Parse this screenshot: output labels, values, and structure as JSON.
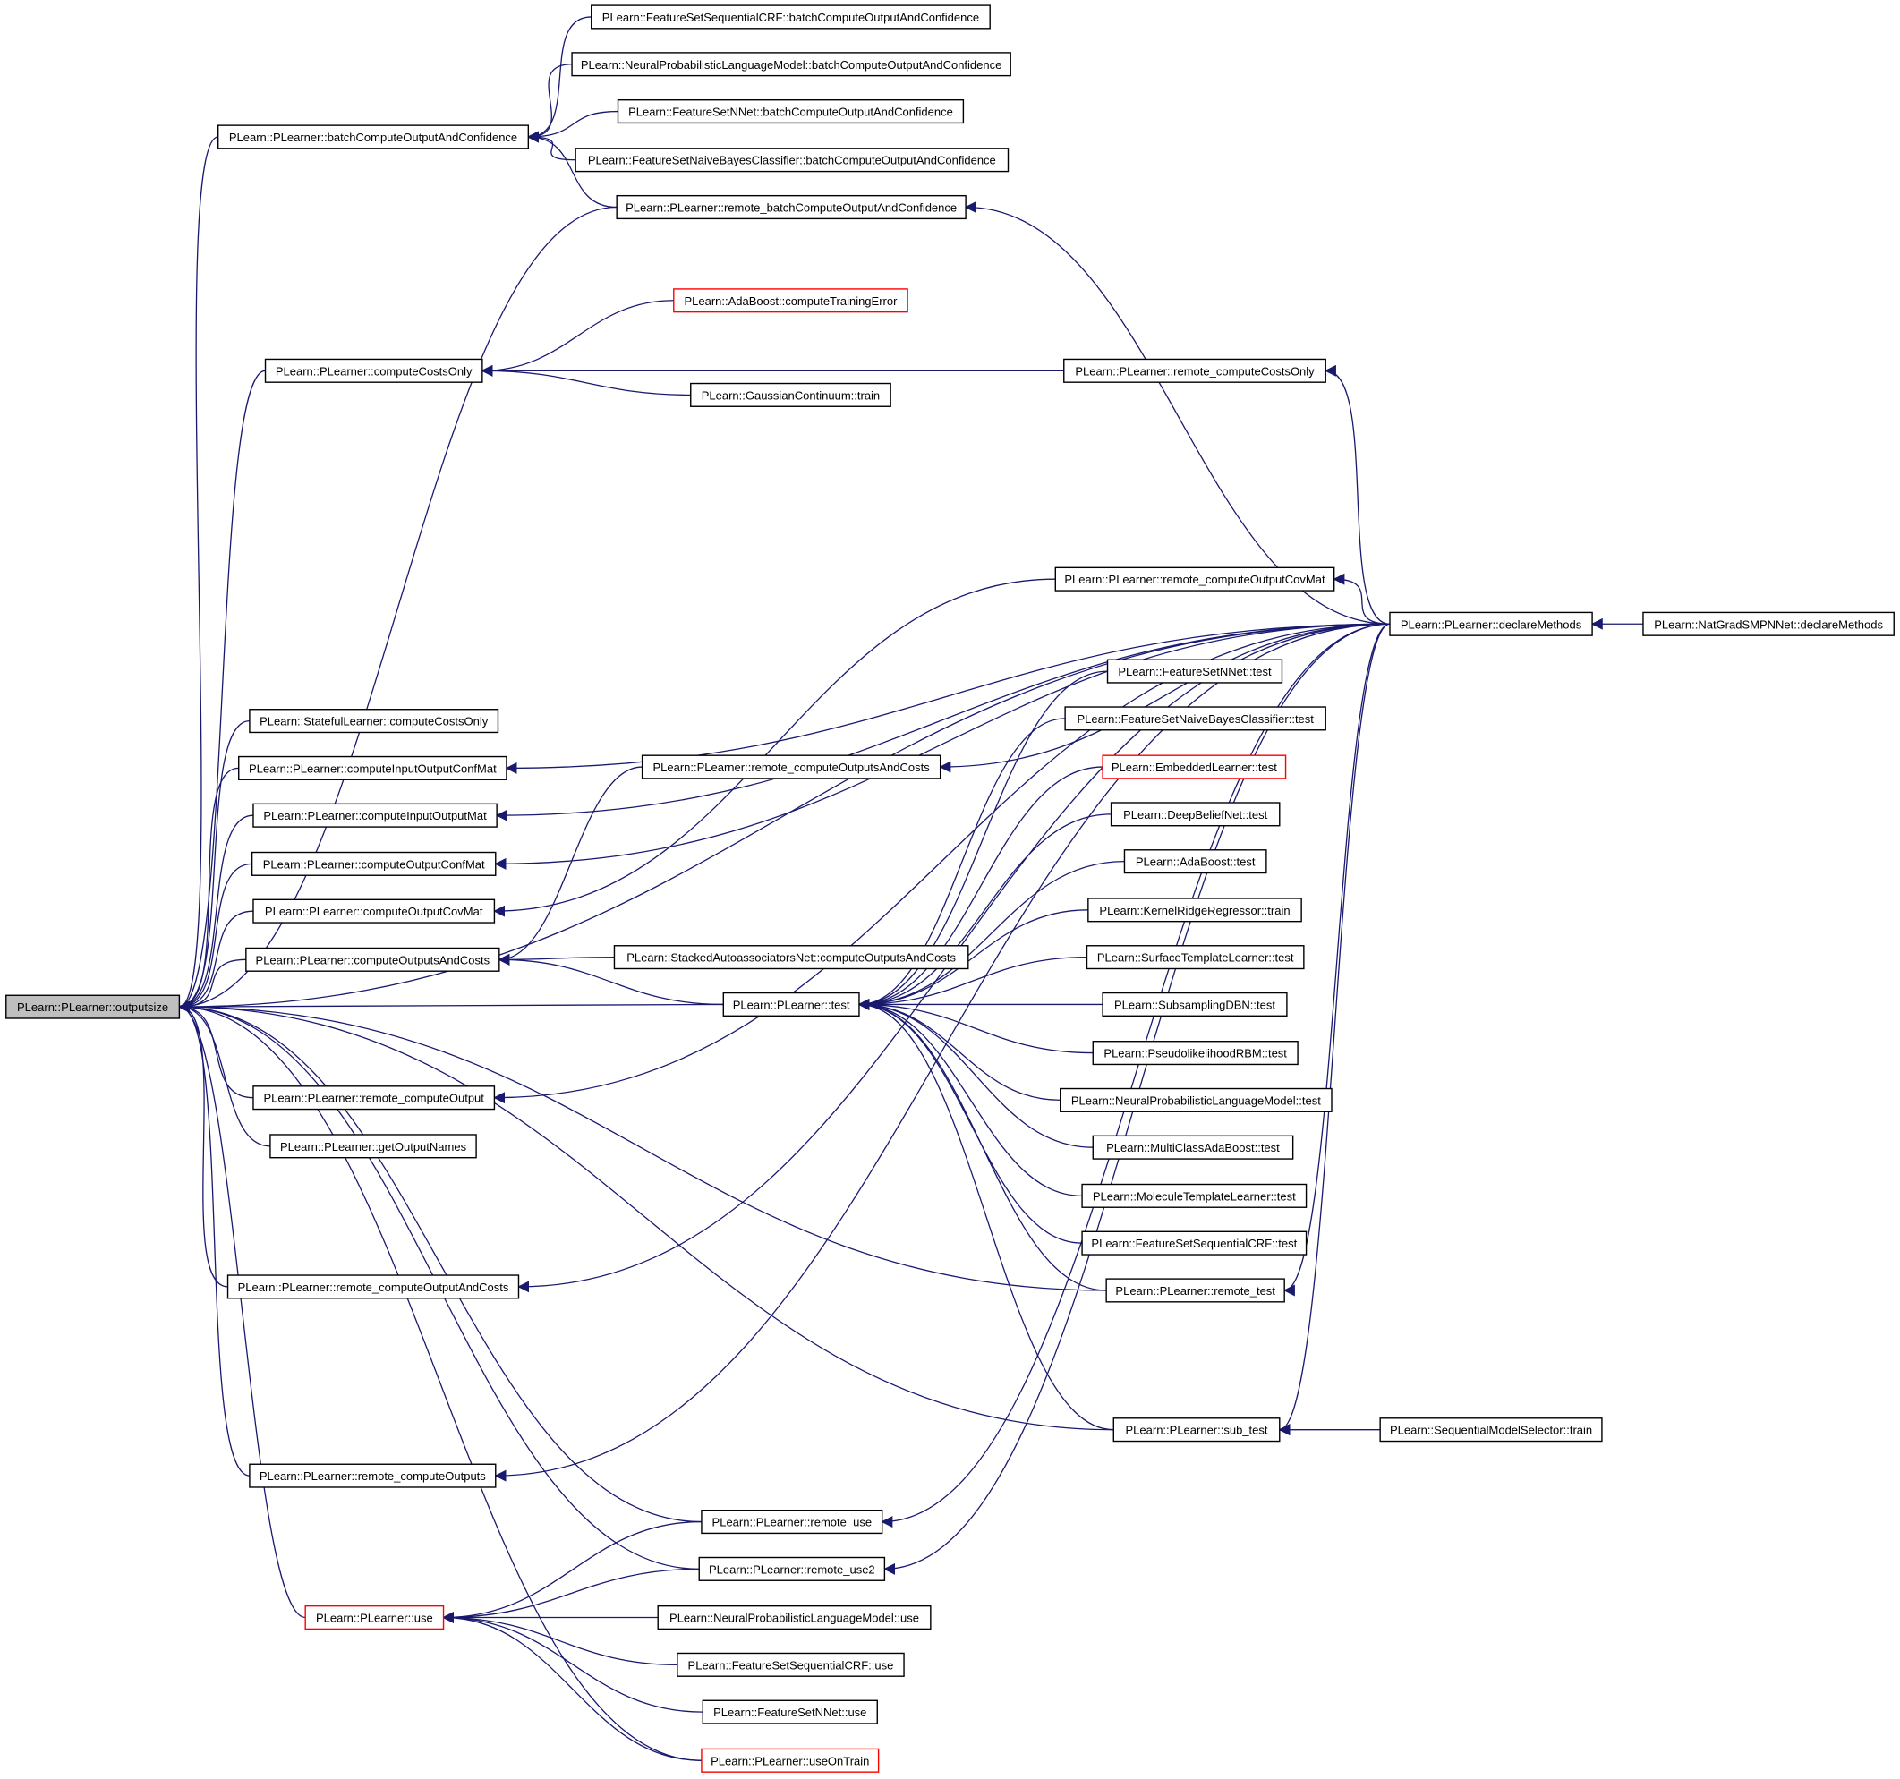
{
  "graph": {
    "edge_color": "#191970",
    "highlight_border_color": "#ff0000",
    "root_fill": "#bfbfbf",
    "nodes": [
      {
        "id": "outputsize",
        "label": "PLearn::PLearner::outputsize",
        "style": "root"
      },
      {
        "id": "bcoac",
        "label": "PLearn::PLearner::batchComputeOutputAndConfidence"
      },
      {
        "id": "fscrf_bcoac",
        "label": "PLearn::FeatureSetSequentialCRF::batchComputeOutputAndConfidence"
      },
      {
        "id": "nplm_bcoac",
        "label": "PLearn::NeuralProbabilisticLanguageModel::batchComputeOutputAndConfidence"
      },
      {
        "id": "fsnn_bcoac",
        "label": "PLearn::FeatureSetNNet::batchComputeOutputAndConfidence"
      },
      {
        "id": "fsnb_bcoac",
        "label": "PLearn::FeatureSetNaiveBayesClassifier::batchComputeOutputAndConfidence"
      },
      {
        "id": "remote_bcoac",
        "label": "PLearn::PLearner::remote_batchComputeOutputAndConfidence"
      },
      {
        "id": "ccostsonly",
        "label": "PLearn::PLearner::computeCostsOnly"
      },
      {
        "id": "ada_cte",
        "label": "PLearn::AdaBoost::computeTrainingError",
        "style": "red"
      },
      {
        "id": "remote_cco",
        "label": "PLearn::PLearner::remote_computeCostsOnly"
      },
      {
        "id": "gc_train",
        "label": "PLearn::GaussianContinuum::train"
      },
      {
        "id": "remote_cocm",
        "label": "PLearn::PLearner::remote_computeOutputCovMat"
      },
      {
        "id": "declare",
        "label": "PLearn::PLearner::declareMethods"
      },
      {
        "id": "natgrad_declare",
        "label": "PLearn::NatGradSMPNNet::declareMethods"
      },
      {
        "id": "fsnn_test",
        "label": "PLearn::FeatureSetNNet::test"
      },
      {
        "id": "sl_cco",
        "label": "PLearn::StatefulLearner::computeCostsOnly"
      },
      {
        "id": "fsnb_test",
        "label": "PLearn::FeatureSetNaiveBayesClassifier::test"
      },
      {
        "id": "cioconf",
        "label": "PLearn::PLearner::computeInputOutputConfMat"
      },
      {
        "id": "remote_coac",
        "label": "PLearn::PLearner::remote_computeOutputsAndCosts"
      },
      {
        "id": "emb_test",
        "label": "PLearn::EmbeddedLearner::test",
        "style": "red"
      },
      {
        "id": "ciomat",
        "label": "PLearn::PLearner::computeInputOutputMat"
      },
      {
        "id": "dbn_test",
        "label": "PLearn::DeepBeliefNet::test"
      },
      {
        "id": "coconf",
        "label": "PLearn::PLearner::computeOutputConfMat"
      },
      {
        "id": "ada_test",
        "label": "PLearn::AdaBoost::test"
      },
      {
        "id": "cocov",
        "label": "PLearn::PLearner::computeOutputCovMat"
      },
      {
        "id": "krr_train",
        "label": "PLearn::KernelRidgeRegressor::train"
      },
      {
        "id": "coac",
        "label": "PLearn::PLearner::computeOutputsAndCosts"
      },
      {
        "id": "sae_coac",
        "label": "PLearn::StackedAutoassociatorsNet::computeOutputsAndCosts"
      },
      {
        "id": "stl_test",
        "label": "PLearn::SurfaceTemplateLearner::test"
      },
      {
        "id": "test",
        "label": "PLearn::PLearner::test"
      },
      {
        "id": "sdbn_test",
        "label": "PLearn::SubsamplingDBN::test"
      },
      {
        "id": "plrbm_test",
        "label": "PLearn::PseudolikelihoodRBM::test"
      },
      {
        "id": "remote_co",
        "label": "PLearn::PLearner::remote_computeOutput"
      },
      {
        "id": "nplm_test",
        "label": "PLearn::NeuralProbabilisticLanguageModel::test"
      },
      {
        "id": "getoutnames",
        "label": "PLearn::PLearner::getOutputNames"
      },
      {
        "id": "mcada_test",
        "label": "PLearn::MultiClassAdaBoost::test"
      },
      {
        "id": "mtl_test",
        "label": "PLearn::MoleculeTemplateLearner::test"
      },
      {
        "id": "fscrf_test",
        "label": "PLearn::FeatureSetSequentialCRF::test"
      },
      {
        "id": "remote_coandc",
        "label": "PLearn::PLearner::remote_computeOutputAndCosts"
      },
      {
        "id": "remote_test",
        "label": "PLearn::PLearner::remote_test"
      },
      {
        "id": "sub_test",
        "label": "PLearn::PLearner::sub_test"
      },
      {
        "id": "sms_train",
        "label": "PLearn::SequentialModelSelector::train"
      },
      {
        "id": "remote_cos",
        "label": "PLearn::PLearner::remote_computeOutputs"
      },
      {
        "id": "remote_use",
        "label": "PLearn::PLearner::remote_use"
      },
      {
        "id": "remote_use2",
        "label": "PLearn::PLearner::remote_use2"
      },
      {
        "id": "use",
        "label": "PLearn::PLearner::use",
        "style": "red"
      },
      {
        "id": "nplm_use",
        "label": "PLearn::NeuralProbabilisticLanguageModel::use"
      },
      {
        "id": "fscrf_use",
        "label": "PLearn::FeatureSetSequentialCRF::use"
      },
      {
        "id": "fsnn_use",
        "label": "PLearn::FeatureSetNNet::use"
      },
      {
        "id": "useontrain",
        "label": "PLearn::PLearner::useOnTrain",
        "style": "red"
      }
    ],
    "edges": [
      [
        "bcoac",
        "outputsize"
      ],
      [
        "remote_bcoac",
        "outputsize"
      ],
      [
        "declare",
        "outputsize"
      ],
      [
        "ccostsonly",
        "outputsize"
      ],
      [
        "sl_cco",
        "outputsize"
      ],
      [
        "cioconf",
        "outputsize"
      ],
      [
        "ciomat",
        "outputsize"
      ],
      [
        "coconf",
        "outputsize"
      ],
      [
        "cocov",
        "outputsize"
      ],
      [
        "coac",
        "outputsize"
      ],
      [
        "test",
        "outputsize"
      ],
      [
        "remote_co",
        "outputsize"
      ],
      [
        "getoutnames",
        "outputsize"
      ],
      [
        "remote_coandc",
        "outputsize"
      ],
      [
        "remote_test",
        "outputsize"
      ],
      [
        "sub_test",
        "outputsize"
      ],
      [
        "remote_cos",
        "outputsize"
      ],
      [
        "remote_use",
        "outputsize"
      ],
      [
        "remote_use2",
        "outputsize"
      ],
      [
        "use",
        "outputsize"
      ],
      [
        "useontrain",
        "outputsize"
      ],
      [
        "fscrf_bcoac",
        "bcoac"
      ],
      [
        "nplm_bcoac",
        "bcoac"
      ],
      [
        "fsnn_bcoac",
        "bcoac"
      ],
      [
        "fsnb_bcoac",
        "bcoac"
      ],
      [
        "remote_bcoac",
        "bcoac"
      ],
      [
        "ada_cte",
        "ccostsonly"
      ],
      [
        "remote_cco",
        "ccostsonly"
      ],
      [
        "gc_train",
        "ccostsonly"
      ],
      [
        "declare",
        "remote_bcoac"
      ],
      [
        "declare",
        "remote_cco"
      ],
      [
        "declare",
        "remote_cocm"
      ],
      [
        "declare",
        "remote_coac"
      ],
      [
        "declare",
        "cioconf"
      ],
      [
        "declare",
        "ciomat"
      ],
      [
        "declare",
        "coconf"
      ],
      [
        "declare",
        "remote_co"
      ],
      [
        "declare",
        "remote_coandc"
      ],
      [
        "declare",
        "remote_test"
      ],
      [
        "declare",
        "sub_test"
      ],
      [
        "declare",
        "remote_cos"
      ],
      [
        "declare",
        "remote_use"
      ],
      [
        "declare",
        "remote_use2"
      ],
      [
        "natgrad_declare",
        "declare"
      ],
      [
        "remote_cocm",
        "cocov"
      ],
      [
        "remote_coac",
        "coac"
      ],
      [
        "sae_coac",
        "coac"
      ],
      [
        "test",
        "coac"
      ],
      [
        "fsnn_test",
        "test"
      ],
      [
        "fsnb_test",
        "test"
      ],
      [
        "emb_test",
        "test"
      ],
      [
        "dbn_test",
        "test"
      ],
      [
        "ada_test",
        "test"
      ],
      [
        "krr_train",
        "test"
      ],
      [
        "stl_test",
        "test"
      ],
      [
        "sdbn_test",
        "test"
      ],
      [
        "plrbm_test",
        "test"
      ],
      [
        "nplm_test",
        "test"
      ],
      [
        "mcada_test",
        "test"
      ],
      [
        "mtl_test",
        "test"
      ],
      [
        "fscrf_test",
        "test"
      ],
      [
        "remote_test",
        "test"
      ],
      [
        "sub_test",
        "test"
      ],
      [
        "sms_train",
        "sub_test"
      ],
      [
        "remote_use",
        "use"
      ],
      [
        "remote_use2",
        "use"
      ],
      [
        "nplm_use",
        "use"
      ],
      [
        "fscrf_use",
        "use"
      ],
      [
        "fsnn_use",
        "use"
      ],
      [
        "useontrain",
        "use"
      ]
    ]
  }
}
